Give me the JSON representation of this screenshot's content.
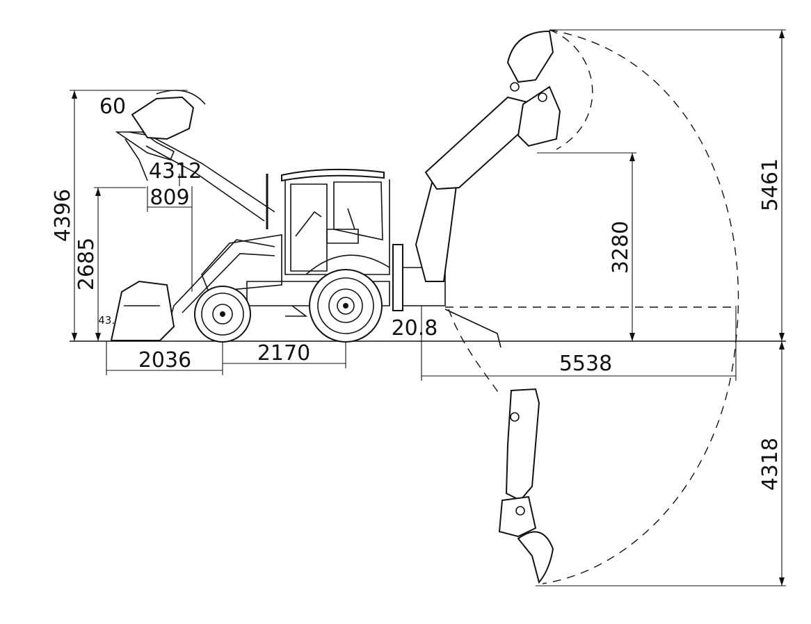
{
  "dimensions": {
    "overall_height_loader": "4396",
    "loader_hinge_height": "2685",
    "dump_reach": "809",
    "dump_clearance": "4312",
    "rollback_angle": "60",
    "ground_angle": "43.1",
    "front_overhang": "2036",
    "wheelbase": "2170",
    "departure_angle": "20.8",
    "digging_reach": "5538",
    "loading_height": "3280",
    "max_height_backhoe": "5461",
    "digging_depth": "4318"
  }
}
